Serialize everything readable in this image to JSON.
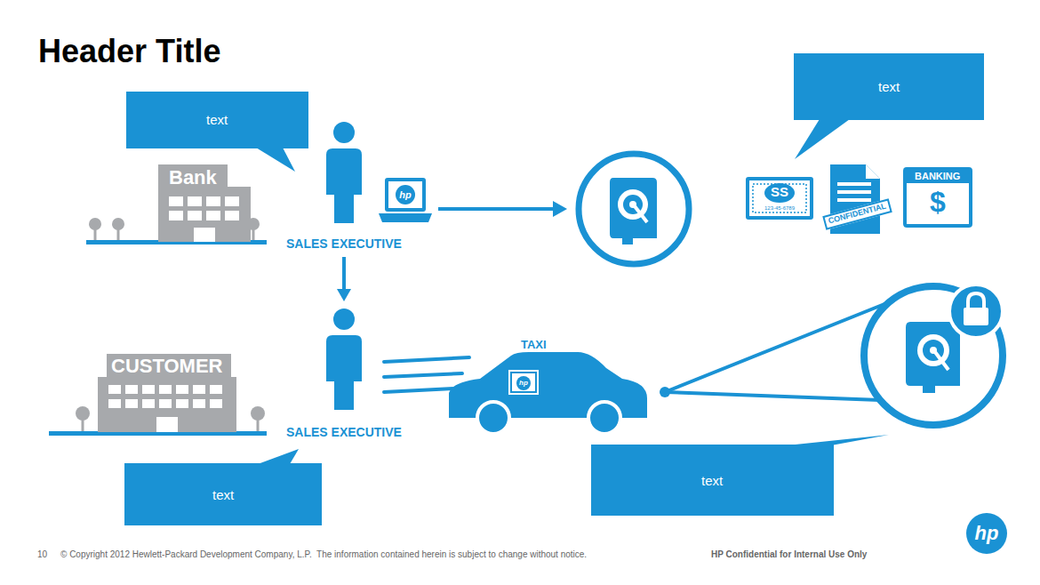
{
  "diagram": {
    "title": "Header Title",
    "nodes": [
      {
        "text": [
          "text"
        ]
      },
      {
        "text": [
          "Bank"
        ]
      },
      {
        "text": [
          "SALES EXECUTIVE"
        ]
      },
      {
        "text": [
          "text"
        ]
      },
      {
        "text": [
          "SS",
          "123-45-6789"
        ]
      },
      {
        "text": [
          "CONFIDENTIAL"
        ]
      },
      {
        "text": [
          "BANKING",
          "$"
        ]
      },
      {
        "text": [
          "CUSTOMER"
        ]
      },
      {
        "text": [
          "SALES EXECUTIVE"
        ]
      },
      {
        "text": [
          "TAXI"
        ]
      },
      {
        "text": [
          "text"
        ]
      },
      {
        "text": [
          "text"
        ]
      }
    ],
    "edges": [
      {
        "from": 2,
        "to": 8,
        "arrow": "to"
      }
    ],
    "labels": [
      "hp",
      "hp",
      "hp",
      "10",
      "© Copyright 2012 Hewlett-Packard Development Company, L.P.  The information contained herein is subject to change without notice.",
      "HP Confidential for Internal Use Only"
    ]
  }
}
